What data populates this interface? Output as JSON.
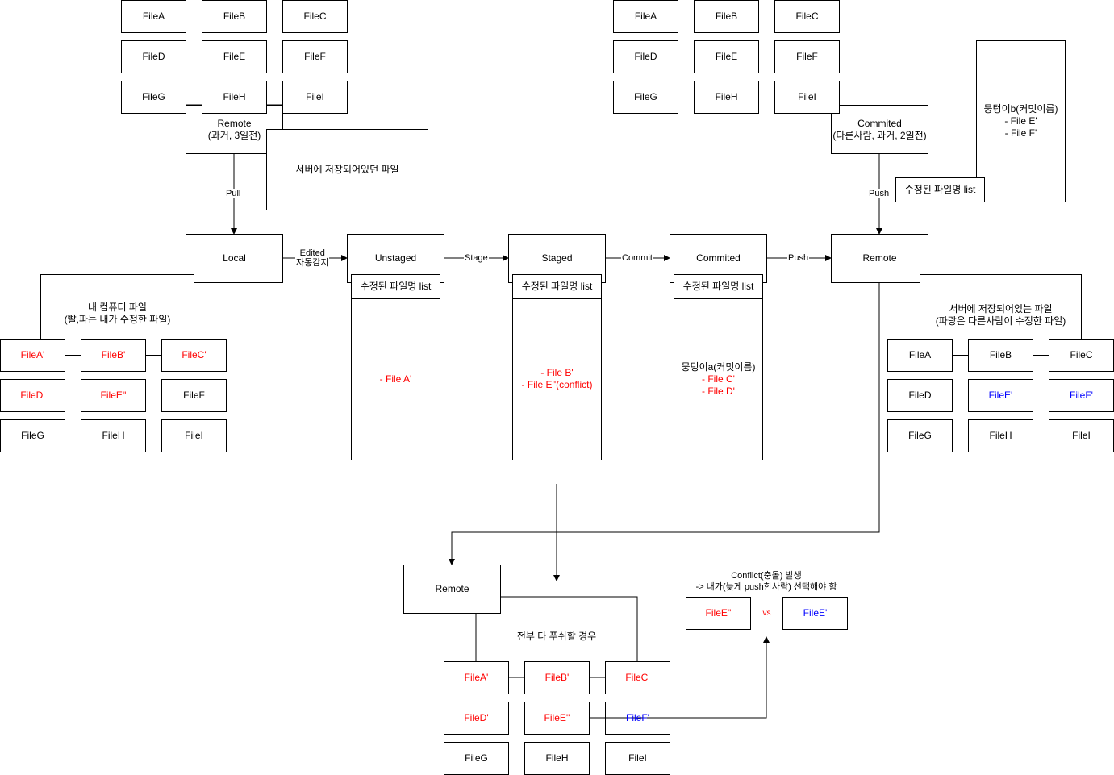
{
  "grid_files": [
    "FileA",
    "FileB",
    "FileC",
    "FileD",
    "FileE",
    "FileF",
    "FileG",
    "FileH",
    "FileI"
  ],
  "top_left": {
    "remote": "Remote\n(과거, 3일전)",
    "note": "서버에 저장되어있던 파일",
    "pull": "Pull"
  },
  "top_right": {
    "commited": "Commited\n(다른사람, 과거, 2일전)",
    "note": "뭉텅이b(커밋이름)\n- File E'\n- File F'",
    "modified_list": "수정된 파일명 list",
    "push": "Push"
  },
  "local": {
    "title": "Local",
    "note": "내 컴퓨터 파일\n(빨,파는 내가 수정한 파일)",
    "files": [
      "FileA'",
      "FileB'",
      "FileC'",
      "FileD'",
      "FileE''",
      "FileF",
      "FileG",
      "FileH",
      "FileI"
    ]
  },
  "edges": {
    "edited": "Edited\n자동감지",
    "stage": "Stage",
    "commit": "Commit",
    "push": "Push"
  },
  "unstaged": {
    "title": "Unstaged",
    "list_header": "수정된 파일명 list",
    "items": "- File A'"
  },
  "staged": {
    "title": "Staged",
    "list_header": "수정된 파일명 list",
    "items": "- File B'\n- File E''(conflict)"
  },
  "commited": {
    "title": "Commited",
    "list_header": "수정된 파일명 list",
    "group": "뭉텅이a(커밋이름)",
    "items": "- File C'\n- File D'"
  },
  "remote_right": {
    "title": "Remote",
    "note": "서버에 저장되어있는 파일\n(파랑은 다른사람이 수정한 파일)",
    "files": [
      "FileA",
      "FileB",
      "FileC",
      "FileD",
      "FileE'",
      "FileF'",
      "FileG",
      "FileH",
      "FileI"
    ]
  },
  "remote_bottom": {
    "title": "Remote",
    "note": "전부 다 푸쉬할 경우",
    "files": [
      "FileA'",
      "FileB'",
      "FileC'",
      "FileD'",
      "FileE''",
      "FileF'",
      "FileG",
      "FileH",
      "FileI"
    ]
  },
  "conflict": {
    "note": "Conflict(충돌) 발생\n-> 내가(늦게 push한사람) 선택해야 함",
    "left": "FileE''",
    "vs": "vs",
    "right": "FileE'"
  },
  "colors": {
    "modified_mine": "#ff0000",
    "modified_other": "#0000ff",
    "line": "#000000"
  }
}
